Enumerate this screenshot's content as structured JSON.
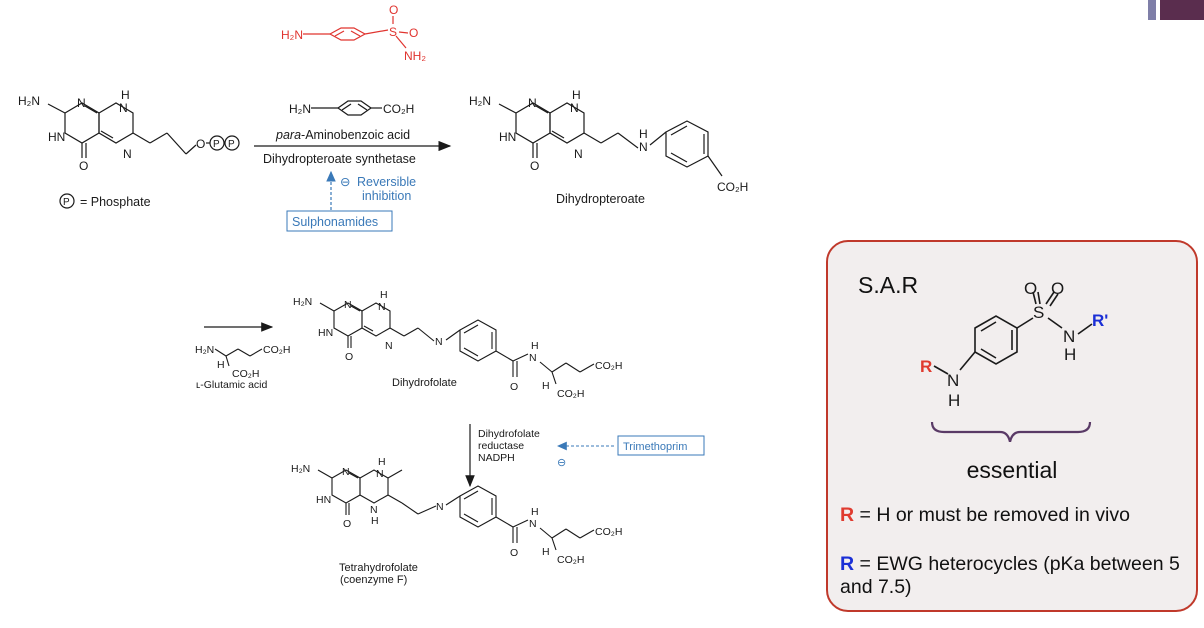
{
  "colors": {
    "red": "#e0342f",
    "blue": "#3a79b8",
    "box_border": "#c0392b",
    "box_fill": "#f2eeee",
    "sar_r": "#e03b2f",
    "sar_rprime": "#1b2fd6"
  },
  "atoms": {
    "h2n": "H₂N",
    "n": "N",
    "h": "H",
    "hn": "HN",
    "o": "O",
    "s": "S",
    "nh2": "NH₂",
    "co2h": "CO₂H",
    "p": "P",
    "r": "R",
    "rprime": "R'"
  },
  "scheme": {
    "phosphate_legend": "= Phosphate",
    "paba_name_italic": "para",
    "paba_name_rest": "-Aminobenzoic acid",
    "enzyme1": "Dihydropteroate synthetase",
    "inhibition_symbol": "⊖",
    "inhibition_line1": "Reversible",
    "inhibition_line2": "inhibition",
    "sulphonamides": "Sulphonamides",
    "dihydropteroate": "Dihydropteroate",
    "glutamic_acid": "ʟ-Glutamic acid",
    "dihydrofolate": "Dihydrofolate",
    "enzyme2_line1": "Dihydrofolate",
    "enzyme2_line2": "reductase",
    "enzyme2_line3": "NADPH",
    "trimethoprim": "Trimethoprim",
    "thf_line1": "Tetrahydrofolate",
    "thf_line2": "(coenzyme F)"
  },
  "sar": {
    "title": "S.A.R",
    "essential": "essential",
    "note1_key": "R",
    "note1_text": " = H or must be removed in vivo",
    "note2_key": "R",
    "note2_text": " = EWG heterocycles (pKa between 5 and 7.5)"
  }
}
